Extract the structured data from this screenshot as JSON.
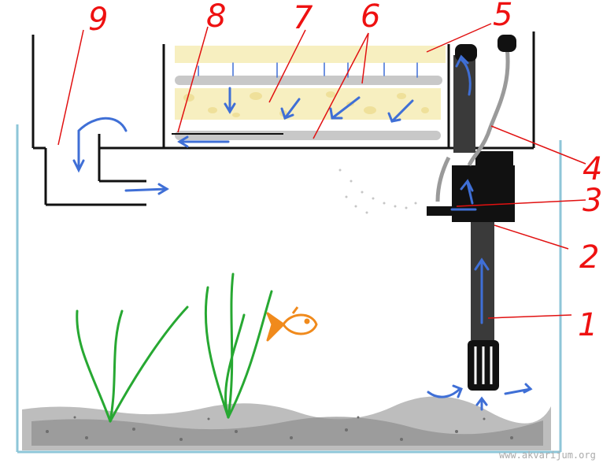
{
  "labels": {
    "l1": "1",
    "l2": "2",
    "l3": "3",
    "l4": "4",
    "l5": "5",
    "l6": "6",
    "l7": "7",
    "l8": "8",
    "l9": "9"
  },
  "watermark": "www.akvarijum.org",
  "colors": {
    "tank_wall": "#8ec6d8",
    "label_red": "#e11111",
    "flow_blue": "#3f6fd6",
    "plant_green": "#27a832",
    "fish_orange": "#f08a1c",
    "filter_sponge": "#f7efc0",
    "tray_gray": "#c8c8c8",
    "pump_black": "#111111",
    "tube_gray": "#555555"
  },
  "icons": [
    "fish-icon",
    "plant-icon",
    "arrow-icon"
  ]
}
